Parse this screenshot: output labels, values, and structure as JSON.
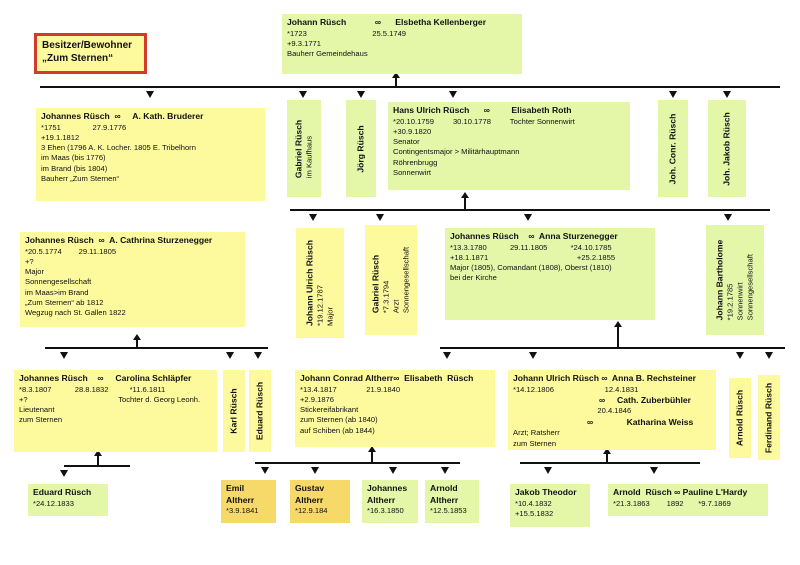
{
  "title": {
    "line1": "Besitzer/Bewohner",
    "line2": "„Zum Sternen“"
  },
  "marriage_symbol": "∞",
  "boxes": {
    "johann_top": {
      "lines": [
        "Johann Rüsch            ∞      Elsbetha Kellenberger",
        "*1723                               25.5.1749",
        "+9.3.1771",
        "",
        "Bauherr Gemeindehaus"
      ]
    },
    "johannes_bruderer": {
      "lines": [
        "Johannes Rüsch  ∞     A. Kath. Bruderer",
        "*1751               27.9.1776",
        "+19.1.1812",
        "3 Ehen (1796 A. K. Locher. 1805 E. Tribelhorn",
        "",
        "im Maas (bis 1776)",
        "im Brand (bis 1804)",
        "Bauherr „Zum Sternen“"
      ]
    },
    "gabriel_kaufhaus": {
      "lines": [
        "Gabriel Rüsch",
        "im Kaufhaus"
      ]
    },
    "joerg": {
      "lines": [
        "Jörg Rüsch"
      ]
    },
    "hans_ulrich": {
      "lines": [
        "Hans Ulrich Rüsch      ∞         Elisabeth Roth",
        "*20.10.1759         30.10.1778         Tochter Sonnenwirt",
        "+30.9.1820",
        "Senator",
        "Contingentsmajor > Militärhauptmann",
        "",
        "Röhrenbrugg",
        "Sonnenwirt"
      ]
    },
    "joh_conr": {
      "lines": [
        "Joh. Conr. Rüsch"
      ]
    },
    "joh_jakob": {
      "lines": [
        "Joh. Jakob Rüsch"
      ]
    },
    "johannes_sturzenegger_c": {
      "lines": [
        "Johannes Rüsch  ∞  A. Cathrina Sturzenegger",
        "*20.5.1774        29.11.1805",
        "+?",
        "Major",
        "Sonnengesellschaft",
        "im Maas>im Brand",
        "„Zum Sternen“ ab 1812",
        "Wegzug nach St. Gallen 1822"
      ]
    },
    "johann_ulrich_1787": {
      "lines": [
        "Johann Ulrich Rüsch",
        "*19.12.1787",
        "Major"
      ]
    },
    "gabriel_arzt": {
      "lines": [
        "Gabriel Rüsch",
        "*7.3.1794",
        "Arzt",
        "Sonnengesellschaft"
      ]
    },
    "johannes_sturzenegger_a": {
      "lines": [
        "Johannes Rüsch    ∞  Anna Sturzenegger",
        "*13.3.1780           29.11.1805           *24.10.1785",
        "+18.1.1871                                          +25.2.1855",
        "",
        "Major (1805), Comandant (1808), Oberst (1810)",
        "",
        "bei der Kirche"
      ]
    },
    "johann_bartholome": {
      "lines": [
        "Johann Bartholome",
        "*19.2.1785",
        "Sonnenwirt",
        "Sonnengesellschaft"
      ]
    },
    "johannes_schlaepfer": {
      "lines": [
        "Johannes Rüsch    ∞     Carolina Schläpfer",
        "*8.3.1807           28.8.1832          *11.6.1811",
        "+?                                           Tochter d. Georg Leonh.",
        "",
        "Lieutenant",
        "",
        "zum Sternen"
      ]
    },
    "karl": {
      "lines": [
        "Karl Rüsch"
      ]
    },
    "eduard_v": {
      "lines": [
        "Eduard Rüsch"
      ]
    },
    "johann_conrad_altherr": {
      "lines": [
        "Johann Conrad Altherr∞  Elisabeth  Rüsch",
        "*13.4.1817              21.9.1840",
        "+2.9.1876",
        "Stickereifabrikant",
        "zum Sternen (ab 1840)",
        "auf Schiben (ab 1844)"
      ]
    },
    "johann_ulrich_rechsteiner": {
      "lines": [
        "Johann Ulrich Rüsch ∞  Anna B. Rechsteiner",
        "*14.12.1806                        12.4.1831",
        "                                    ∞     Cath. Zuberbühler",
        "                                        20.4.1846",
        "                               ∞              Katharina Weiss",
        "Arzt; Ratsherr",
        "zum Sternen"
      ]
    },
    "arnold_v": {
      "lines": [
        "Arnold Rüsch"
      ]
    },
    "ferdinand": {
      "lines": [
        "Ferdinand Rüsch"
      ]
    },
    "eduard_1833": {
      "lines": [
        "Eduard Rüsch",
        "*24.12.1833"
      ]
    },
    "emil": {
      "lines": [
        "Emil",
        "Altherr",
        "*3.9.1841"
      ]
    },
    "gustav": {
      "lines": [
        "Gustav",
        "Altherr",
        "*12.9.184"
      ]
    },
    "johannes_altherr": {
      "lines": [
        "Johannes",
        "Altherr",
        "*16.3.1850"
      ]
    },
    "arnold_altherr": {
      "lines": [
        "Arnold",
        "Altherr",
        "*12.5.1853"
      ]
    },
    "jakob_theodor": {
      "lines": [
        "Jakob Theodor",
        "*10.4.1832",
        "+15.5.1832"
      ]
    },
    "arnold_lhardy": {
      "lines": [
        "Arnold  Rüsch ∞ Pauline L'Hardy",
        "*21.3.1863        1892       *9.7.1869"
      ]
    }
  }
}
